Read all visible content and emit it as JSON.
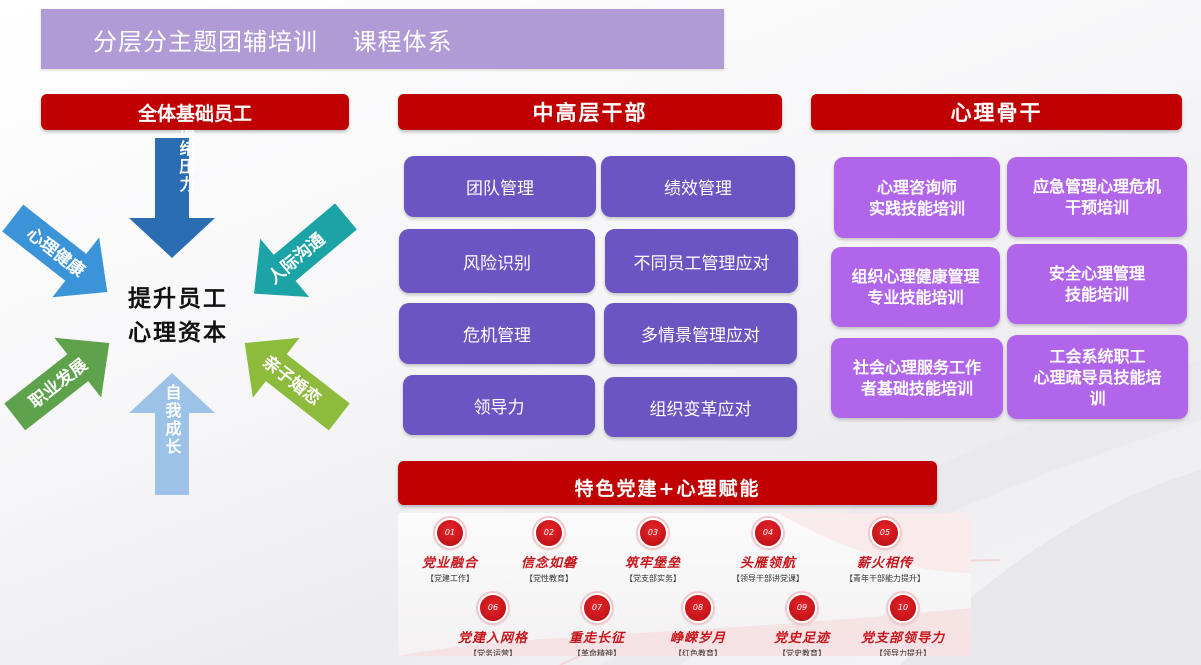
{
  "page_title": "分层分主题团辅培训    课程体系",
  "columns": {
    "basic": {
      "header": "全体基础员工",
      "center_lines": [
        "提升员工",
        "心理资本"
      ],
      "arrows": [
        "情绪压力",
        "人际沟通",
        "亲子婚恋",
        "自我成长",
        "职业发展",
        "心理健康"
      ],
      "arrow_colors": [
        "#2a6db3",
        "#1ba3a5",
        "#8dbb3c",
        "#9cc3e7",
        "#5fa24c",
        "#3b94d8"
      ]
    },
    "mid": {
      "header": "中高层干部",
      "items": [
        "团队管理",
        "绩效管理",
        "风险识别",
        "不同员工管理应对",
        "危机管理",
        "多情景管理应对",
        "领导力",
        "组织变革应对"
      ]
    },
    "backbone": {
      "header": "心理骨干",
      "items": [
        "心理咨询师\n实践技能培训",
        "应急管理心理危机\n干预培训",
        "组织心理健康管理\n专业技能培训",
        "安全心理管理\n技能培训",
        "社会心理服务工作\n者基础技能培训",
        "工会系统职工\n心理疏导员技能培\n训"
      ]
    }
  },
  "party": {
    "header": "特色党建+心理赋能",
    "items": [
      {
        "num": "01",
        "title": "党业融合",
        "sub": "【党建工作】"
      },
      {
        "num": "02",
        "title": "信念如磐",
        "sub": "【党性教育】"
      },
      {
        "num": "03",
        "title": "筑牢堡垒",
        "sub": "【党支部实务】"
      },
      {
        "num": "04",
        "title": "头雁领航",
        "sub": "【领导干部讲党课】"
      },
      {
        "num": "05",
        "title": "薪火相传",
        "sub": "【青年干部能力提升】"
      },
      {
        "num": "06",
        "title": "党建入网格",
        "sub": "【党务运营】"
      },
      {
        "num": "07",
        "title": "重走长征",
        "sub": "【革命精神】"
      },
      {
        "num": "08",
        "title": "峥嵘岁月",
        "sub": "【红色教育】"
      },
      {
        "num": "09",
        "title": "党史足迹",
        "sub": "【党史教育】"
      },
      {
        "num": "10",
        "title": "党支部领导力",
        "sub": "【领导力提升】"
      }
    ]
  },
  "colors": {
    "header_red": "#c00000",
    "mid_button": "#6a55c2",
    "backbone_button": "#b065ea",
    "title_bar": "#b19bd6"
  }
}
